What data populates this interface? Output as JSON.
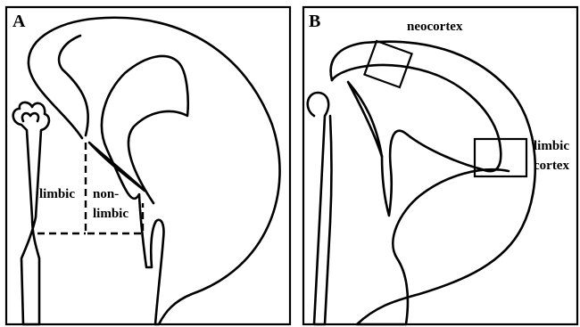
{
  "panels": {
    "a": {
      "letter": "A",
      "labels": {
        "limbic": "limbic",
        "nonlimbic_line1": "non-",
        "nonlimbic_line2": "limbic"
      }
    },
    "b": {
      "letter": "B",
      "labels": {
        "neocortex": "neocortex",
        "limbic_line1": "limbic",
        "limbic_line2": "cortex"
      }
    }
  }
}
